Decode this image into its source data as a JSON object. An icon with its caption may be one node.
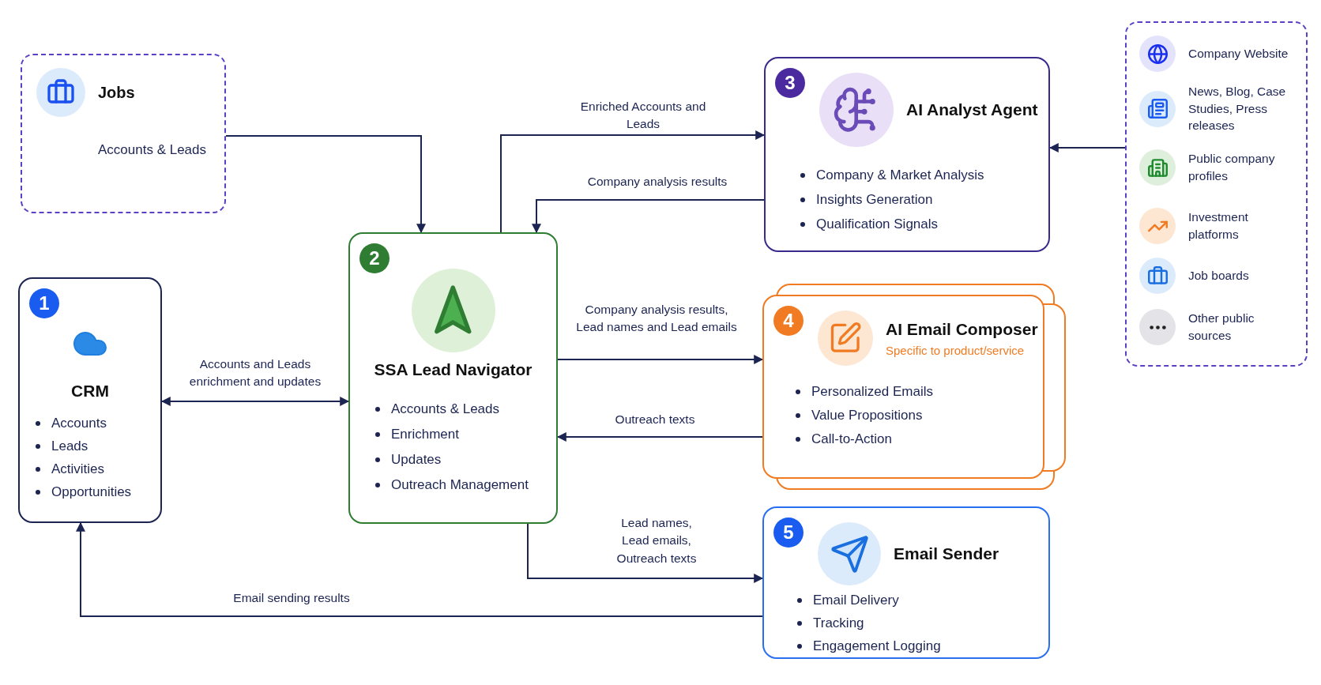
{
  "diagram": {
    "nodes": [
      {
        "text": [],
        "shape": "box"
      },
      {
        "text": [
          "Jobs"
        ],
        "in": 0
      },
      {
        "text": [
          "Accounts & Leads"
        ],
        "in": 0
      },
      {
        "text": [
          "1",
          "CRM",
          "Accounts",
          "Leads",
          "Activities",
          "Opportunities"
        ]
      },
      {
        "text": [
          "2",
          "SSA Lead Navigator",
          "Accounts & Leads",
          "Enrichment",
          "Updates",
          "Outreach Management"
        ]
      },
      {
        "text": [
          "3",
          "AI Analyst Agent",
          "Company & Market Analysis",
          "Insights Generation",
          "Qualification Signals"
        ]
      },
      {
        "text": [
          "4",
          "AI Email Composer",
          "Specific to product/service",
          "Personalized Emails",
          "Value Propositions",
          "Call-to-Action"
        ]
      },
      {
        "text": [
          "5",
          "Email Sender",
          "Email Delivery",
          "Tracking",
          "Engagement Logging"
        ]
      },
      {
        "text": [],
        "shape": "box"
      },
      {
        "text": [
          "Company Website"
        ],
        "in": 8
      },
      {
        "text": [
          "News, Blog, Case Studies, Press releases"
        ],
        "in": 8
      },
      {
        "text": [
          "Public company profiles"
        ],
        "in": 8
      },
      {
        "text": [
          "Investment platforms"
        ],
        "in": 8
      },
      {
        "text": [
          "Job boards"
        ],
        "in": 8
      },
      {
        "text": [
          "Other public sources"
        ],
        "in": 8
      }
    ],
    "edges": [
      {
        "from": 0,
        "to": 4,
        "arrow": "to"
      },
      {
        "from": 3,
        "to": 4,
        "arrow": "both",
        "label": "Accounts and Leads enrichment and updates"
      },
      {
        "from": 4,
        "to": 5,
        "arrow": "to",
        "label": "Enriched Accounts and Leads"
      },
      {
        "from": 5,
        "to": 4,
        "arrow": "to",
        "label": "Company analysis results"
      },
      {
        "from": 8,
        "to": 5,
        "arrow": "to"
      },
      {
        "from": 4,
        "to": 6,
        "arrow": "to",
        "label": "Company analysis results, Lead names and Lead emails"
      },
      {
        "from": 6,
        "to": 4,
        "arrow": "to",
        "label": "Outreach texts"
      },
      {
        "from": 4,
        "to": 7,
        "arrow": "to",
        "label": "Lead names, Lead emails, Outreach texts"
      },
      {
        "from": 7,
        "to": 3,
        "arrow": "to",
        "label": "Email sending results"
      }
    ]
  }
}
